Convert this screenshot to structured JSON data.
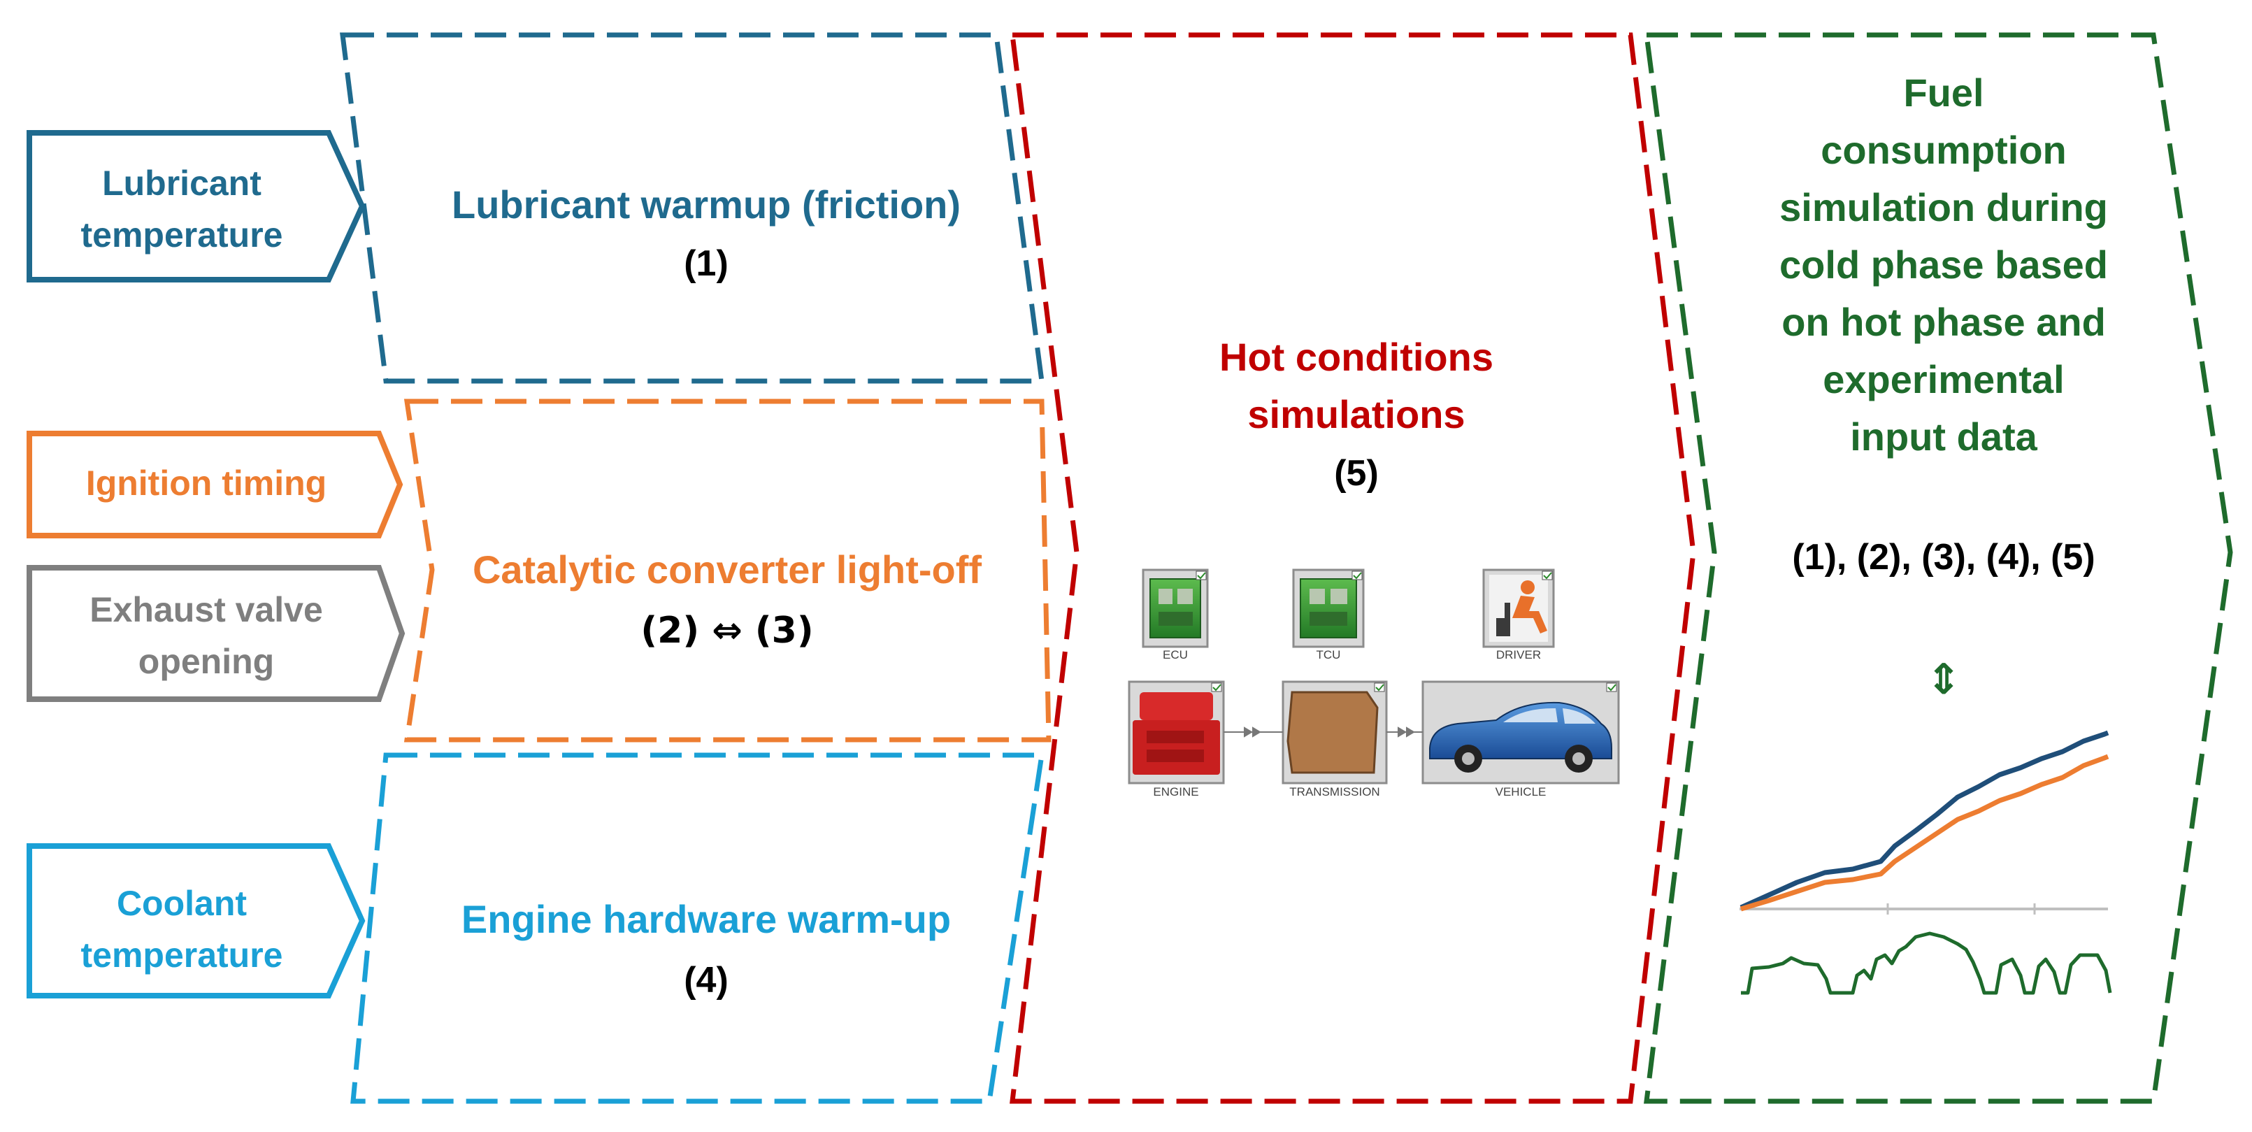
{
  "inputs": {
    "lubricant": {
      "label": "Lubricant\ntemperature",
      "color": "#1f6a8e"
    },
    "ignition": {
      "label": "Ignition timing",
      "color": "#ed7d31"
    },
    "exhaust": {
      "label": "Exhaust valve\nopening",
      "color": "#7f7f7f"
    },
    "coolant": {
      "label": "Coolant\ntemperature",
      "color": "#1aa0d6"
    }
  },
  "stages": {
    "lubricant_warmup": {
      "title": "Lubricant warmup (friction)",
      "ref": "(1)",
      "color": "#1f6a8e"
    },
    "catalytic": {
      "title": "Catalytic converter light-off",
      "ref": "(2) ⇔ (3)",
      "color": "#ed7d31"
    },
    "engine_hw": {
      "title": "Engine hardware warm-up",
      "ref": "(4)",
      "color": "#1aa0d6"
    },
    "hot": {
      "title": "Hot conditions\nsimulations",
      "ref": "(5)",
      "color": "#c00000"
    },
    "fuel": {
      "title": "Fuel\nconsumption\nsimulation during\ncold phase based\non hot phase and\nexperimental\ninput data",
      "refs": "(1), (2), (3), (4), (5)",
      "arrow": "⇕",
      "color": "#1e6b2c"
    }
  },
  "model": {
    "ecu": "ECU",
    "tcu": "TCU",
    "driver": "DRIVER",
    "engine": "ENGINE",
    "transmission": "TRANSMISSION",
    "vehicle": "VEHICLE"
  }
}
